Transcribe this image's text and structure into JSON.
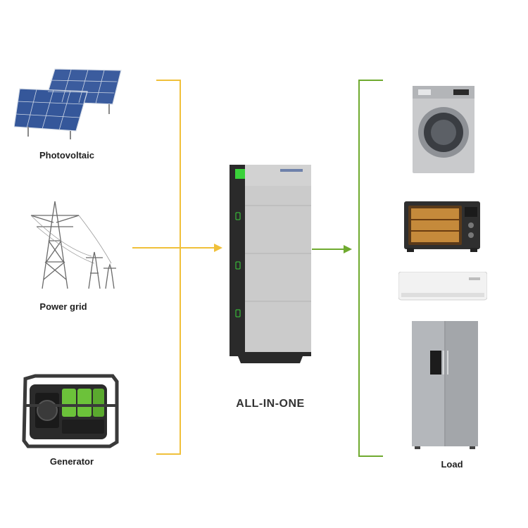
{
  "sources": [
    {
      "label": "Photovoltaic",
      "icon": "solar-panel-icon"
    },
    {
      "label": "Power grid",
      "icon": "power-grid-tower-icon"
    },
    {
      "label": "Generator",
      "icon": "generator-icon"
    }
  ],
  "center": {
    "label": "ALL-IN-ONE",
    "icon": "all-in-one-battery-cabinet-icon"
  },
  "load": {
    "label": "Load",
    "appliances": [
      {
        "icon": "washing-machine-icon"
      },
      {
        "icon": "oven-icon"
      },
      {
        "icon": "air-conditioner-icon"
      },
      {
        "icon": "refrigerator-icon"
      }
    ]
  },
  "colors": {
    "input_line": "#F0C03A",
    "output_line": "#6FAA2F",
    "cabinet_front": "#2a2a2a",
    "cabinet_panel": "#c9c9c9",
    "screen_green": "#3ad13a"
  }
}
